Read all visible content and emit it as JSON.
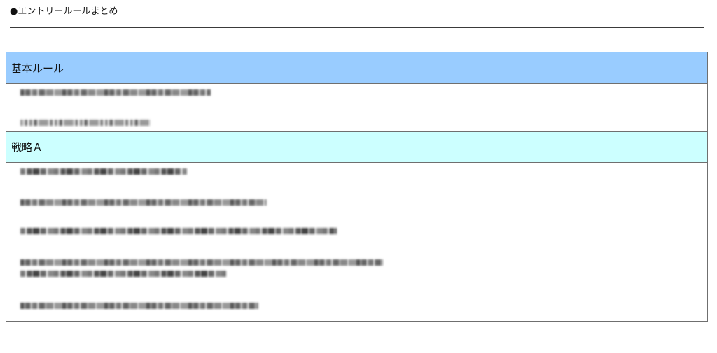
{
  "heading": "●エントリールールまとめ",
  "sections": [
    {
      "title": "基本ルール",
      "blurred_lines": 2
    },
    {
      "title": "戦略Ａ",
      "blurred_lines": 6
    }
  ],
  "colors": {
    "basic_header": "#99ccff",
    "strategy_header": "#ccffff",
    "border": "#6f6f6f",
    "heading_rule": "#3a3a3a"
  }
}
